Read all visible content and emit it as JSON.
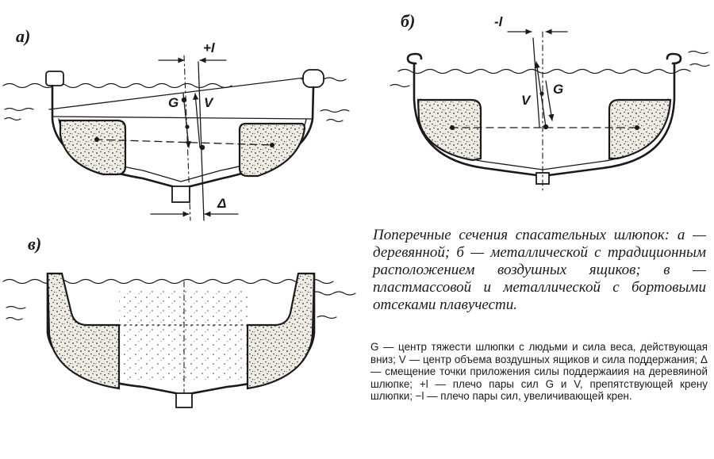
{
  "figures": [
    {
      "id": "a",
      "letter": "а)",
      "labels": {
        "g": "G",
        "v": "V",
        "arm": "+l",
        "shift": "Δ"
      }
    },
    {
      "id": "b",
      "letter": "б)",
      "labels": {
        "g": "G",
        "v": "V",
        "arm": "-l"
      }
    },
    {
      "id": "c",
      "letter": "в)",
      "labels": {}
    }
  ],
  "caption": {
    "text": "Поперечные сечения спасательных шлюпок: а — деревянной; б — металлической с традиционным расположением воздушных ящиков; в — пластмассовой и металлической с бортовыми отсеками плавучести."
  },
  "legend": {
    "text": "G — центр тяжести шлюпки с людьми и сила веса, действующая вниз; V — центр объема воздушных ящиков и сила поддержания; Δ — смещение точки приложения силы поддержаиия на деревяиной шлюпке; +l — плечо пары сил G и V, препятствующей крену шлюпки; −l — плечо пары сил, увеличивающей крен."
  },
  "colors": {
    "ink": "#1a1a1a",
    "filling": "#e7e3da",
    "paper": "#ffffff"
  }
}
